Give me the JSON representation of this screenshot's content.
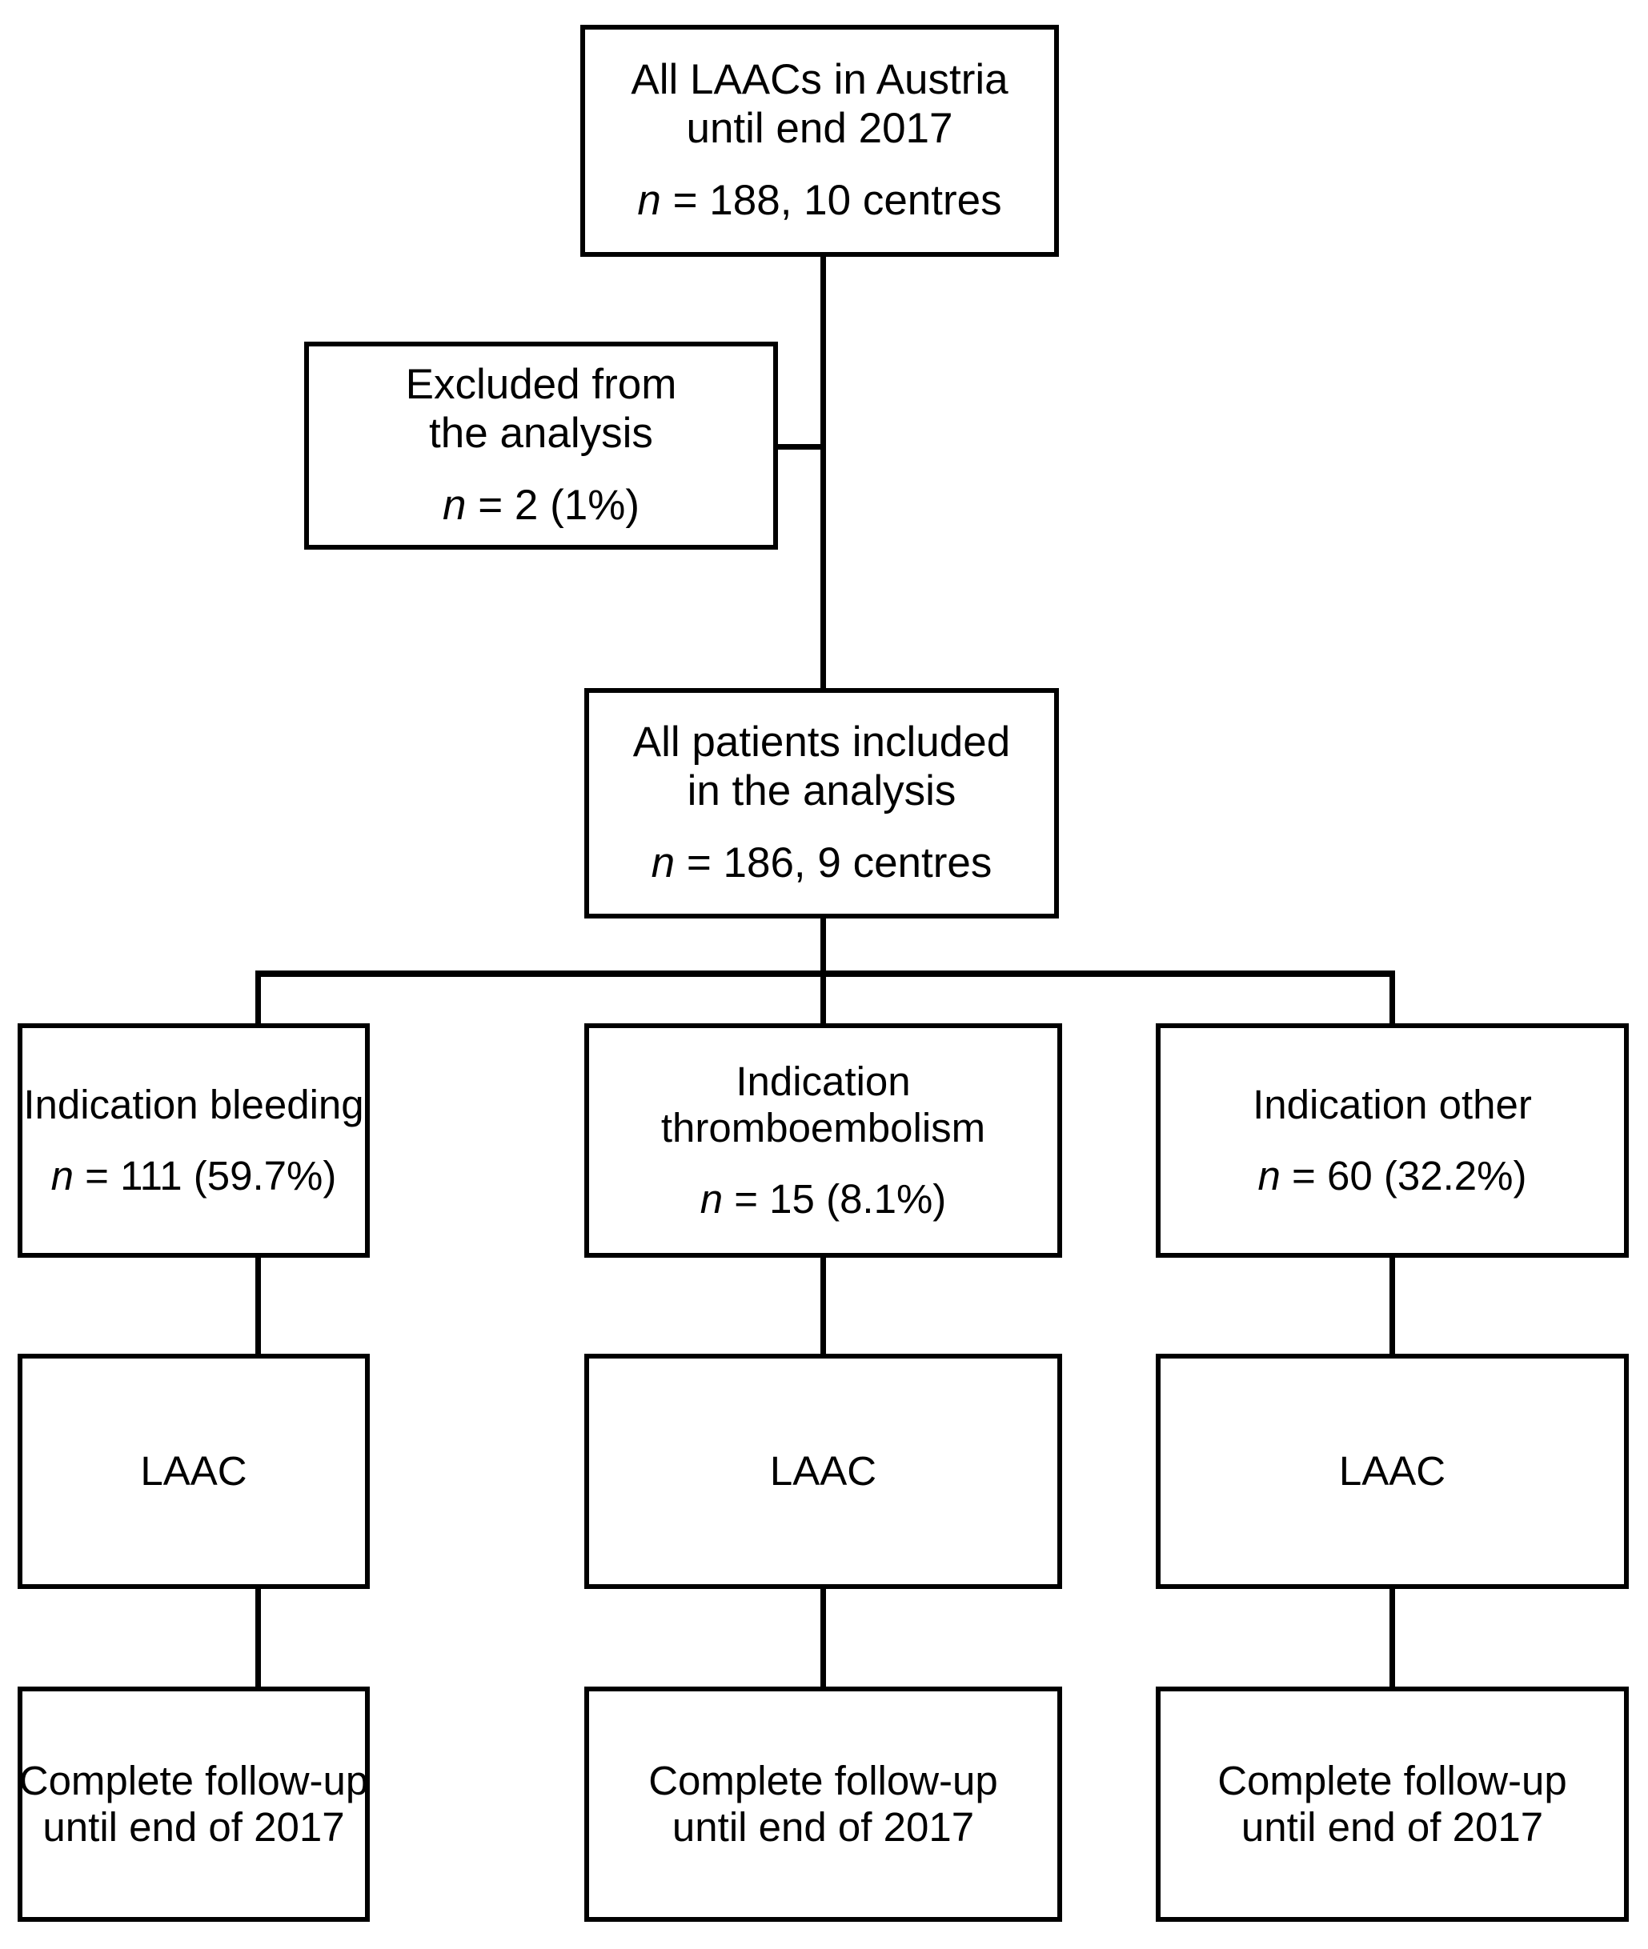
{
  "diagram": {
    "type": "flowchart",
    "title": "LAAC patient enrolment flow chart",
    "nodes": {
      "all_laacs": {
        "name": "all-laacs-box",
        "line1": "All LAACs in Austria",
        "line2": "until end 2017",
        "stat_italic": "n",
        "stat_rest": " = 188, 10 centres"
      },
      "excluded": {
        "name": "excluded-box",
        "line1": "Excluded from",
        "line2": "the analysis",
        "stat_italic": "n",
        "stat_rest": " = 2 (1%)"
      },
      "included": {
        "name": "included-box",
        "line1": "All patients included",
        "line2": "in the analysis",
        "stat_italic": "n",
        "stat_rest": " = 186, 9 centres"
      },
      "indication_bleeding": {
        "name": "indication-bleeding-box",
        "line1": "Indication bleeding",
        "line2": "",
        "stat_italic": "n",
        "stat_rest": " = 111 (59.7%)"
      },
      "indication_thromboembolism": {
        "name": "indication-thromboembolism-box",
        "line1": "Indication",
        "line2": "thromboembolism",
        "stat_italic": "n",
        "stat_rest": " = 15 (8.1%)"
      },
      "indication_other": {
        "name": "indication-other-box",
        "line1": "Indication other",
        "line2": "",
        "stat_italic": "n",
        "stat_rest": " = 60 (32.2%)"
      },
      "laac_left": {
        "label": "LAAC"
      },
      "laac_middle": {
        "label": "LAAC"
      },
      "laac_right": {
        "label": "LAAC"
      },
      "followup_left": {
        "line1": "Complete follow-up",
        "line2": "until end of 2017"
      },
      "followup_middle": {
        "line1": "Complete follow-up",
        "line2": "until end of 2017"
      },
      "followup_right": {
        "line1": "Complete follow-up",
        "line2": "until end of 2017"
      }
    },
    "counts": {
      "total_laacs": 188,
      "total_centres": 10,
      "excluded_n": 2,
      "excluded_pct": "1%",
      "included_n": 186,
      "included_centres": 9,
      "bleeding_n": 111,
      "bleeding_pct": "59.7%",
      "thromboembolism_n": 15,
      "thromboembolism_pct": "8.1%",
      "other_n": 60,
      "other_pct": "32.2%"
    },
    "colors": {
      "stroke": "#000000",
      "background": "#ffffff",
      "text": "#000000"
    }
  }
}
